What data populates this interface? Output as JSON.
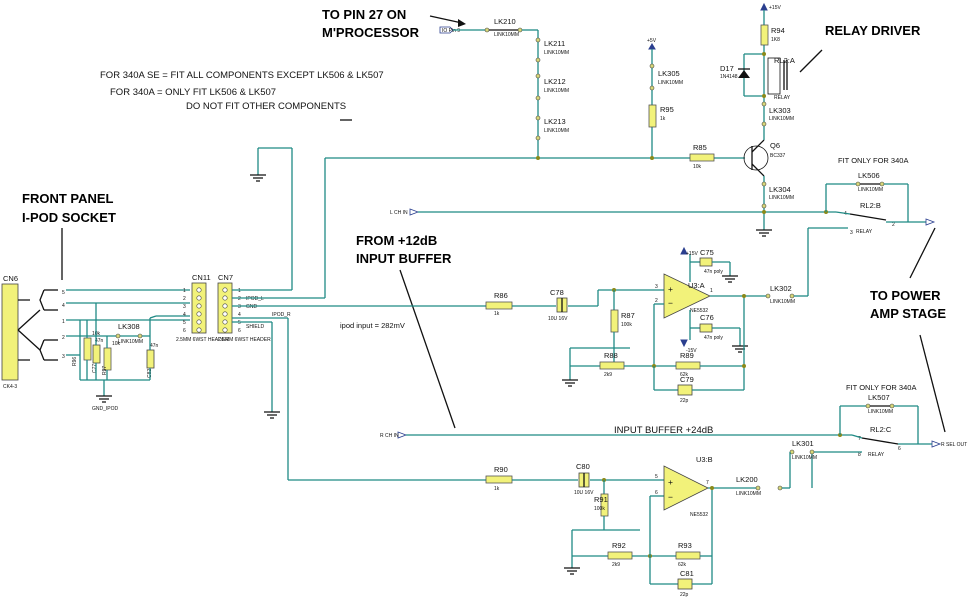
{
  "callouts": {
    "pin27": "TO PIN 27 ON",
    "processor": "M'PROCESSOR",
    "relay_driver": "RELAY DRIVER",
    "front_panel_1": "FRONT PANEL",
    "front_panel_2": "I-POD SOCKET",
    "from_12db_1": "FROM +12dB",
    "from_12db_2": "INPUT BUFFER",
    "to_power_1": "TO POWER",
    "to_power_2": "AMP STAGE"
  },
  "notes": {
    "line1": "FOR 340A SE  =  FIT ALL COMPONENTS EXCEPT LK506 & LK507",
    "line2": "FOR 340A     =  ONLY FIT LK506 & LK507",
    "line3": "DO NOT FIT OTHER COMPONENTS",
    "fit_only_1": "FIT ONLY FOR 340A",
    "fit_only_2": "FIT ONLY FOR 340A",
    "ipod_input": "ipod input = 282mV",
    "input_buffer": "INPUT BUFFER  +24dB"
  },
  "ports": {
    "io_pin": "IO Pin 9",
    "lch_in": "L CH IN",
    "rch_in": "R CH IN",
    "rsel_out": "R SEL OUT",
    "gnd_ipod": "GND_IPOD",
    "ipod_r": "IPOD_R",
    "ipod_l": "IPOD_L",
    "gnd": "GND",
    "shield": "SHIELD",
    "plus15": "+15V",
    "plus5_1": "+5V",
    "plus15_2": "+15V",
    "minus15": "-15V"
  },
  "components": {
    "cn6": "CN6",
    "cn6_part": "CK4-3",
    "cn11": "CN11",
    "cn11_part": "2.5MM 6WST HEADER",
    "cn7": "CN7",
    "cn7_part": "2.5MM 6WST HEADER",
    "lk210": "LK210",
    "lk211": "LK211",
    "lk212": "LK212",
    "lk213": "LK213",
    "lk305": "LK305",
    "lk303": "LK303",
    "lk304": "LK304",
    "lk302": "LK302",
    "lk308": "LK308",
    "lk506": "LK506",
    "lk507": "LK507",
    "lk301": "LK301",
    "lk200": "LK200",
    "link": "LINK10MM",
    "r94": "R94",
    "r94_v": "1K8",
    "r95": "R95",
    "r95_v": "1k",
    "r85": "R85",
    "r85_v": "10k",
    "r86": "R86",
    "r86_v": "1k",
    "r87": "R87",
    "r87_v": "100k",
    "r88": "R88",
    "r88_v": "2k9",
    "r89": "R89",
    "r89_v": "62k",
    "r90": "R90",
    "r90_v": "1k",
    "r91": "R91",
    "r91_v": "100k",
    "r92": "R92",
    "r92_v": "2k9",
    "r93": "R93",
    "r93_v": "62k",
    "r96": "R96",
    "r96_v": "10k",
    "r97": "R97",
    "r97_v": "10k",
    "c77": "C77",
    "c77_v": "47n",
    "c78": "C78",
    "c78_v": "10U 16V",
    "c79": "C79",
    "c79_v": "22p",
    "c75": "C75",
    "c75_v": "47n poly",
    "c76": "C76",
    "c76_v": "47n poly",
    "c80": "C80",
    "c80_v": "10U 16V",
    "c81": "C81",
    "c81_v": "22p",
    "c82": "C82",
    "c82_v": "47n",
    "d17": "D17",
    "d17_v": "1N4148",
    "q6": "Q6",
    "q6_v": "BC337",
    "u3a": "U3:A",
    "u3b": "U3:B",
    "u3_part": "NE5532",
    "rl2a": "RL2:A",
    "rl2b": "RL2:B",
    "rl2c": "RL2:C",
    "relay": "RELAY"
  }
}
